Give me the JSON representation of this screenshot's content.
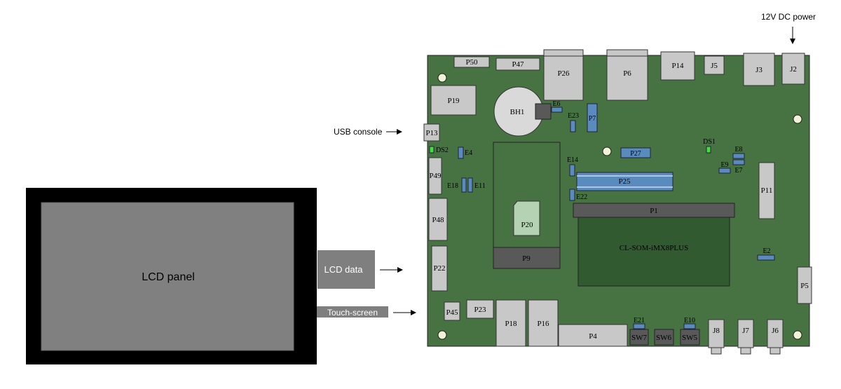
{
  "annotations": {
    "power": "12V DC power",
    "usb_console": "USB console",
    "lcd_data": "LCD data",
    "touch_screen": "Touch-screen"
  },
  "lcd": {
    "label": "LCD panel"
  },
  "board": {
    "colors": {
      "pcb": "#477343",
      "connector": "#c8c8c8",
      "blue_part": "#5a8bbf",
      "dark_part": "#5a5a5a",
      "led": "#44dd44",
      "som": "#325a30"
    },
    "parts": {
      "P50": "P50",
      "P47": "P47",
      "P26": "P26",
      "P6": "P6",
      "P14": "P14",
      "J5": "J5",
      "J3": "J3",
      "J2": "J2",
      "P19": "P19",
      "BH1": "BH1",
      "E6": "E6",
      "E23": "E23",
      "P7": "P7",
      "P13": "P13",
      "DS2": "DS2",
      "E4": "E4",
      "P27": "P27",
      "DS1": "DS1",
      "E8": "E8",
      "E9": "E9",
      "E7": "E7",
      "P49": "P49",
      "E14": "E14",
      "P25": "P25",
      "E18": "E18",
      "E11": "E11",
      "E22": "E22",
      "P11": "P11",
      "P1": "P1",
      "P48": "P48",
      "P20": "P20",
      "SOM": "CL-SOM-iMX8PLUS",
      "E2": "E2",
      "P22": "P22",
      "P9": "P9",
      "P5": "P5",
      "P45": "P45",
      "P23": "P23",
      "P18": "P18",
      "P16": "P16",
      "E21": "E21",
      "E10": "E10",
      "J8": "J8",
      "J7": "J7",
      "J6": "J6",
      "P4": "P4",
      "SW7": "SW7",
      "SW6": "SW6",
      "SW5": "SW5"
    }
  }
}
